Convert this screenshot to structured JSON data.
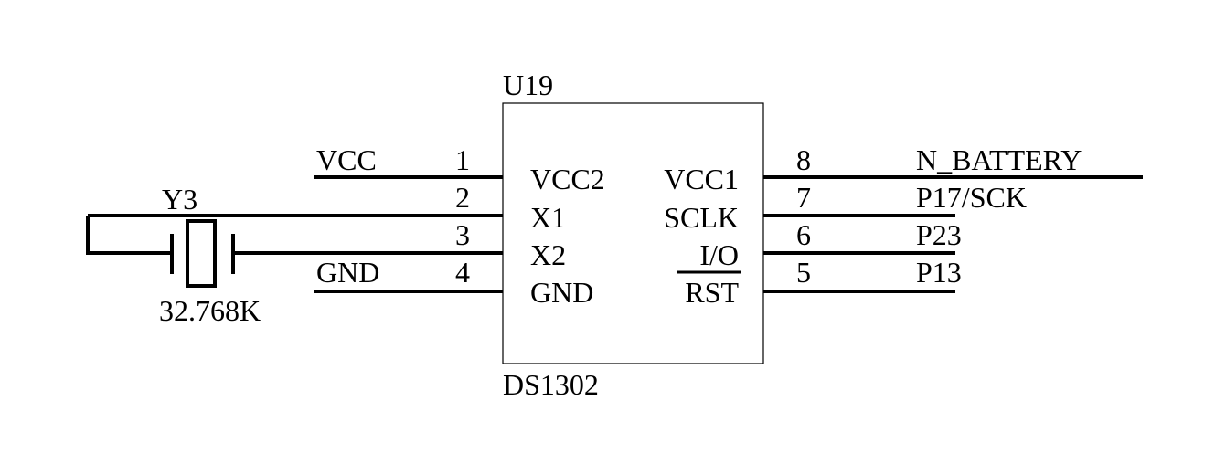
{
  "component": {
    "ref": "U19",
    "part": "DS1302",
    "left_pins": [
      {
        "number": "1",
        "name": "VCC2"
      },
      {
        "number": "2",
        "name": "X1"
      },
      {
        "number": "3",
        "name": "X2"
      },
      {
        "number": "4",
        "name": "GND"
      }
    ],
    "right_pins": [
      {
        "number": "8",
        "name": "VCC1"
      },
      {
        "number": "7",
        "name": "SCLK"
      },
      {
        "number": "6",
        "name": "I/O"
      },
      {
        "number": "5",
        "name": "RST"
      }
    ]
  },
  "crystal": {
    "ref": "Y3",
    "value": "32.768K"
  },
  "nets": {
    "vcc": "VCC",
    "gnd": "GND",
    "pin8": "N_BATTERY",
    "pin7": "P17/SCK",
    "pin6": "P23",
    "pin5": "P13"
  }
}
